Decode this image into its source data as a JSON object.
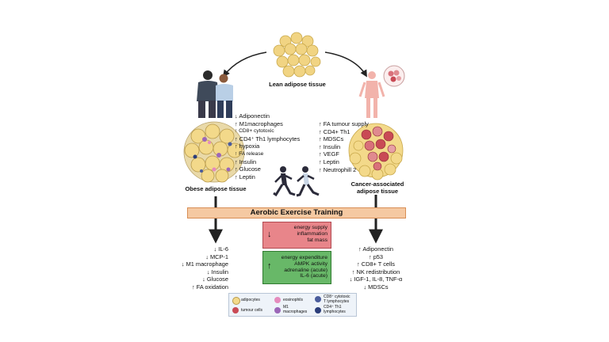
{
  "lean": {
    "label": "Lean adipose tissue"
  },
  "obese": {
    "label": "Obese adipose tissue",
    "changes": [
      "↓ Adiponectin",
      "↑ M1macrophages",
      "↑ CD8+ cytotoxic",
      "↑ CD4⁺ Th1 lymphocytes",
      "↑ hypoxia",
      "↑ FA release",
      "↑ Insulin",
      "↑ Glucose",
      "↑ Leptin"
    ]
  },
  "cancer": {
    "label_line1": "Cancer-associated",
    "label_line2": "adipose tissue",
    "changes": [
      "↑ FA tumour supply",
      "↑ CD4+ Th1",
      "↑ MDSCs",
      "↑ Insulin",
      "↑ VEGF",
      "↑ Leptin",
      "↑ Neutrophill 2"
    ]
  },
  "banner": {
    "title": "Aerobic Exercise Training"
  },
  "decrease_box": {
    "arrow": "↓",
    "items": [
      "energy supply",
      "inflammation",
      "fat mass"
    ]
  },
  "increase_box": {
    "arrow": "↑",
    "items": [
      "energy expenditure",
      "AMPK activity",
      "adrenaline (acute)",
      "IL-6 (acute)"
    ]
  },
  "obese_outcome": [
    "↓ IL-6",
    "↓ MCP-1",
    "↓ M1 macrophage",
    "↓ Insulin",
    "↓ Glucose",
    "↑ FA oxidation"
  ],
  "cancer_outcome": [
    "↑ Adiponectin",
    "↑ p53",
    "↑ CD8+ T cells",
    "↑ NK redistribution",
    "↓ IGF-1, IL-8, TNF-α",
    "↓ MDSCs"
  ],
  "legend": {
    "adipocytes": "adipocytes",
    "eosinophils": "eosinophils",
    "cd8": [
      "CD8⁺ cytotoxic",
      "T lymphocytes"
    ],
    "tumour": "tumour cells",
    "m1": [
      "M1",
      "macrophages"
    ],
    "cd4": [
      "CD4⁺ Th1",
      "lymphocytes"
    ]
  },
  "colors": {
    "adipocyte": "#f3d98a",
    "tumour": "#c94a55",
    "banner": "#f5c9a2",
    "decrease": "#e8858a",
    "increase": "#68b868",
    "cd8": "#4a5c9c",
    "cd4": "#2b3d7a",
    "eosinophil": "#e58bbd",
    "macrophage": "#9c67b8"
  },
  "icons": [
    "people-icon",
    "person-icon",
    "runners-icon",
    "fat-cells-icon",
    "tumour-cells-icon"
  ]
}
